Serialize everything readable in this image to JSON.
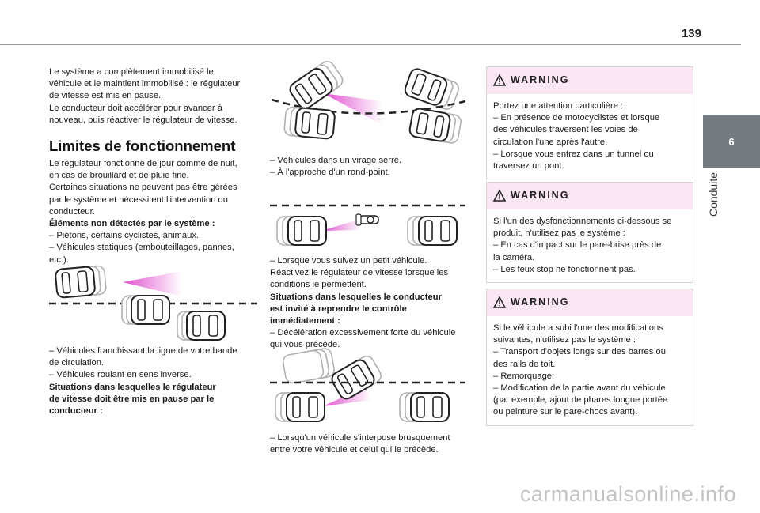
{
  "page": {
    "number": "139",
    "chapter_number": "6",
    "chapter_title": "Conduite",
    "watermark": "carmanualsonline.info"
  },
  "col1": {
    "intro": [
      "Le système a complètement immobilisé le",
      "véhicule et le maintient immobilisé : le régulateur",
      "de vitesse est mis en pause.",
      "Le conducteur doit accélérer pour avancer à",
      "nouveau, puis réactiver le régulateur de vitesse."
    ],
    "heading": "Limites de fonctionnement",
    "body": [
      "Le régulateur fonctionne de jour comme de nuit,",
      "en cas de brouillard et de pluie fine.",
      "Certaines situations ne peuvent pas être gérées",
      "par le système et nécessitent l'intervention du",
      "conducteur."
    ],
    "undetected_title": "Éléments non détectés par le système :",
    "undetected_items": [
      "–  Piétons, certains cyclistes, animaux.",
      "–  Véhicules statiques (embouteillages, pannes,",
      "etc.)."
    ],
    "after_image": [
      "–  Véhicules franchissant la ligne de votre bande",
      "de circulation.",
      "–  Véhicules roulant en sens inverse."
    ],
    "pause_title": [
      "Situations dans lesquelles le régulateur",
      "de vitesse doit être mis en pause par le",
      "conducteur :"
    ]
  },
  "col2": {
    "caption1": [
      "–  Véhicules dans un virage serré.",
      "–  À l'approche d'un rond-point."
    ],
    "caption2": [
      "–  Lorsque vous suivez un petit véhicule.",
      "Réactivez le régulateur de vitesse lorsque les",
      "conditions le permettent."
    ],
    "intervene_title": [
      "Situations dans lesquelles le conducteur",
      "est invité à reprendre le contrôle",
      "immédiatement :"
    ],
    "intervene_items": [
      "–  Décélération excessivement forte du véhicule",
      "qui vous précède."
    ],
    "caption3": [
      "–  Lorsqu'un véhicule s'interpose brusquement",
      "entre votre véhicule et celui qui le précède."
    ]
  },
  "warnings": [
    {
      "title": "WARNING",
      "lines": [
        "Portez une attention particulière :",
        "–  En présence de motocyclistes et lorsque",
        "des véhicules traversent les voies de",
        "circulation l'une après l'autre.",
        "–  Lorsque vous entrez dans un tunnel ou",
        "traversez un pont."
      ]
    },
    {
      "title": "WARNING",
      "lines": [
        "Si l'un des dysfonctionnements ci-dessous se",
        "produit, n'utilisez pas le système :",
        "–  En cas d'impact sur le pare-brise près de",
        "la caméra.",
        "–  Les feux stop ne fonctionnent pas."
      ]
    },
    {
      "title": "WARNING",
      "lines": [
        "Si le véhicule a subi l'une des modifications",
        "suivantes, n'utilisez pas le système :",
        "–  Transport d'objets longs sur des barres ou",
        "des rails de toit.",
        "–  Remorquage.",
        "–  Modification de la partie avant du véhicule",
        "(par exemple, ajout de phares longue portée",
        "ou peinture sur le pare-chocs avant)."
      ]
    }
  ],
  "colors": {
    "accent_pink": "#e14fcf",
    "warning_header": "#fbe6f3",
    "chapter_tab": "#737b80"
  }
}
